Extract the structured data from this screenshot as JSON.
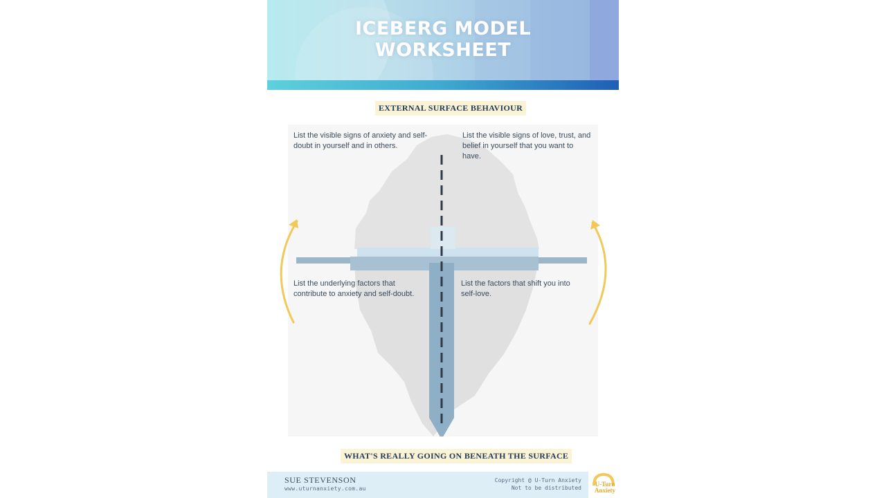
{
  "header": {
    "title_line1": "ICEBERG MODEL",
    "title_line2": "WORKSHEET"
  },
  "labels": {
    "top": "EXTERNAL SURFACE BEHAVIOUR",
    "bottom": "WHAT'S REALLY GOING ON BENEATH THE SURFACE"
  },
  "quadrants": {
    "top_left": "List the visible signs of anxiety and self-doubt in yourself and in others.",
    "top_right": "List the visible signs of love, trust, and belief in yourself that you want to have.",
    "bottom_left": "List the underlying factors that contribute to anxiety and self-doubt.",
    "bottom_right": "List the factors that shift you into self-love."
  },
  "footer": {
    "author": "SUE STEVENSON",
    "website": "www.uturnanxiety.com.au",
    "copyright_line1": "Copyright @ U-Turn Anxiety",
    "copyright_line2": "Not to be distributed",
    "logo_line1": "U-Turn",
    "logo_line2": "Anxiety"
  },
  "colors": {
    "header_gradient_start": "#a8e6ec",
    "header_gradient_end": "#98b8e2",
    "accent_bar": "#3fa9cf",
    "label_background": "#fbf3d6",
    "iceberg_gray": "#e1e1e1",
    "water_line": "#9bb6c9",
    "arrow_yellow": "#f0c95a"
  },
  "icons": {
    "cycle_arrows": "curved-arrow-icon",
    "logo": "u-turn-logo-icon"
  }
}
